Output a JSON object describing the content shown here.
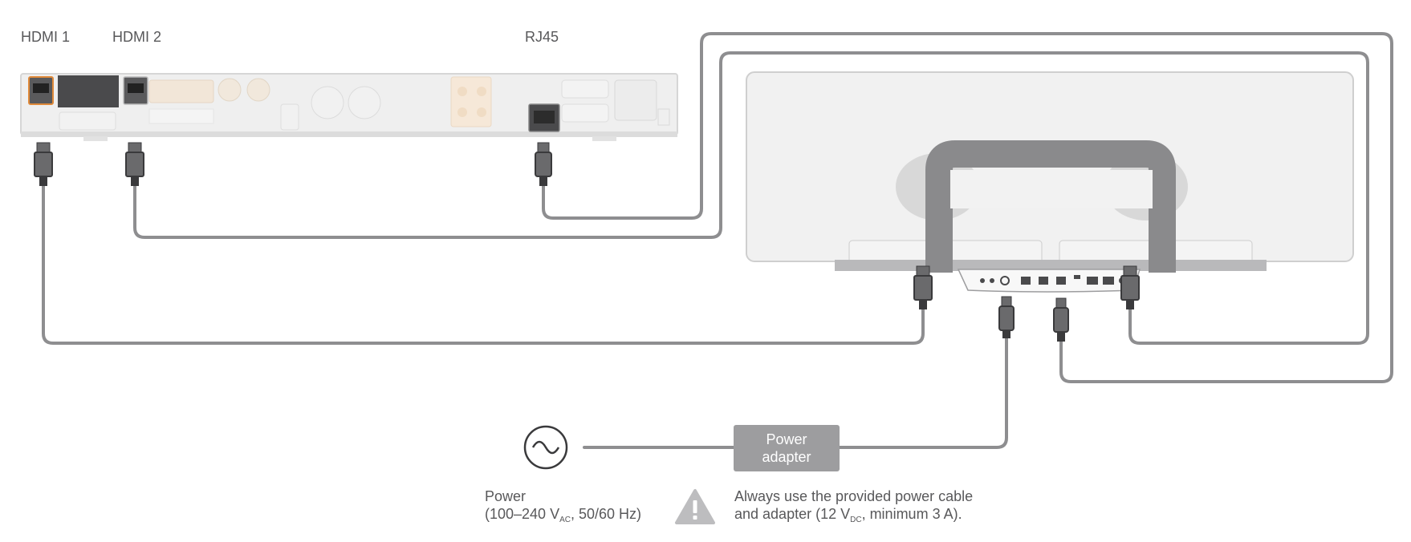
{
  "labels": {
    "hdmi1": "HDMI 1",
    "hdmi2": "HDMI 2",
    "rj45": "RJ45"
  },
  "power_adapter": {
    "line1": "Power",
    "line2": "adapter"
  },
  "power_source": {
    "title": "Power",
    "spec_prefix": "(100–240 V",
    "spec_sub": "AC",
    "spec_suffix": ", 50/60 Hz)"
  },
  "warning": {
    "line1": "Always use the provided power cable",
    "line2_prefix": "and adapter (12  V",
    "line2_sub": "DC",
    "line2_suffix": ", minimum 3  A)."
  },
  "colors": {
    "cable": "#8e8e90",
    "device_fill": "#ebebeb",
    "device_stroke": "#c8c8c8",
    "connector": "#4a4a4c",
    "stand": "#8a8a8c",
    "warning": "#bdbdbf",
    "text": "#58585a"
  }
}
